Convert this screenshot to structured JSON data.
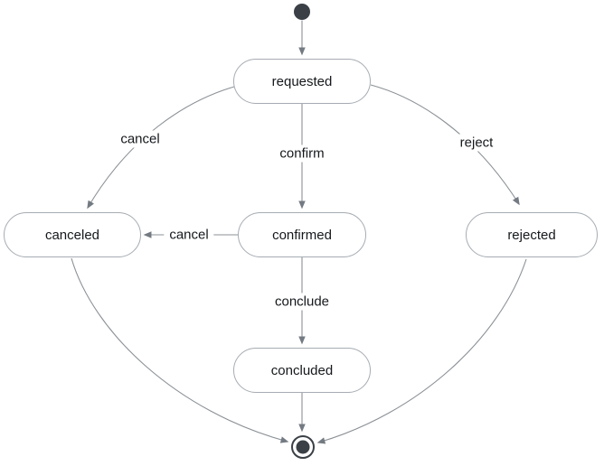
{
  "diagram": {
    "kind": "uml-state-machine",
    "colors": {
      "background": "#ffffff",
      "state_fill": "#ffffff",
      "state_border": "#a6acb2",
      "edge": "#8b9196",
      "arrowhead": "#737a82",
      "text": "#15181b",
      "terminal": "#3a4046"
    },
    "states": [
      {
        "id": "requested",
        "label": "requested"
      },
      {
        "id": "canceled",
        "label": "canceled"
      },
      {
        "id": "confirmed",
        "label": "confirmed"
      },
      {
        "id": "rejected",
        "label": "rejected"
      },
      {
        "id": "concluded",
        "label": "concluded"
      }
    ],
    "pseudostates": [
      {
        "id": "initial",
        "kind": "initial-state"
      },
      {
        "id": "final",
        "kind": "final-state"
      }
    ],
    "transitions": [
      {
        "from": "initial",
        "to": "requested",
        "label": ""
      },
      {
        "from": "requested",
        "to": "canceled",
        "label": "cancel"
      },
      {
        "from": "requested",
        "to": "confirmed",
        "label": "confirm"
      },
      {
        "from": "requested",
        "to": "rejected",
        "label": "reject"
      },
      {
        "from": "confirmed",
        "to": "canceled",
        "label": "cancel"
      },
      {
        "from": "confirmed",
        "to": "concluded",
        "label": "conclude"
      },
      {
        "from": "concluded",
        "to": "final",
        "label": ""
      },
      {
        "from": "canceled",
        "to": "final",
        "label": ""
      },
      {
        "from": "rejected",
        "to": "final",
        "label": ""
      }
    ]
  }
}
